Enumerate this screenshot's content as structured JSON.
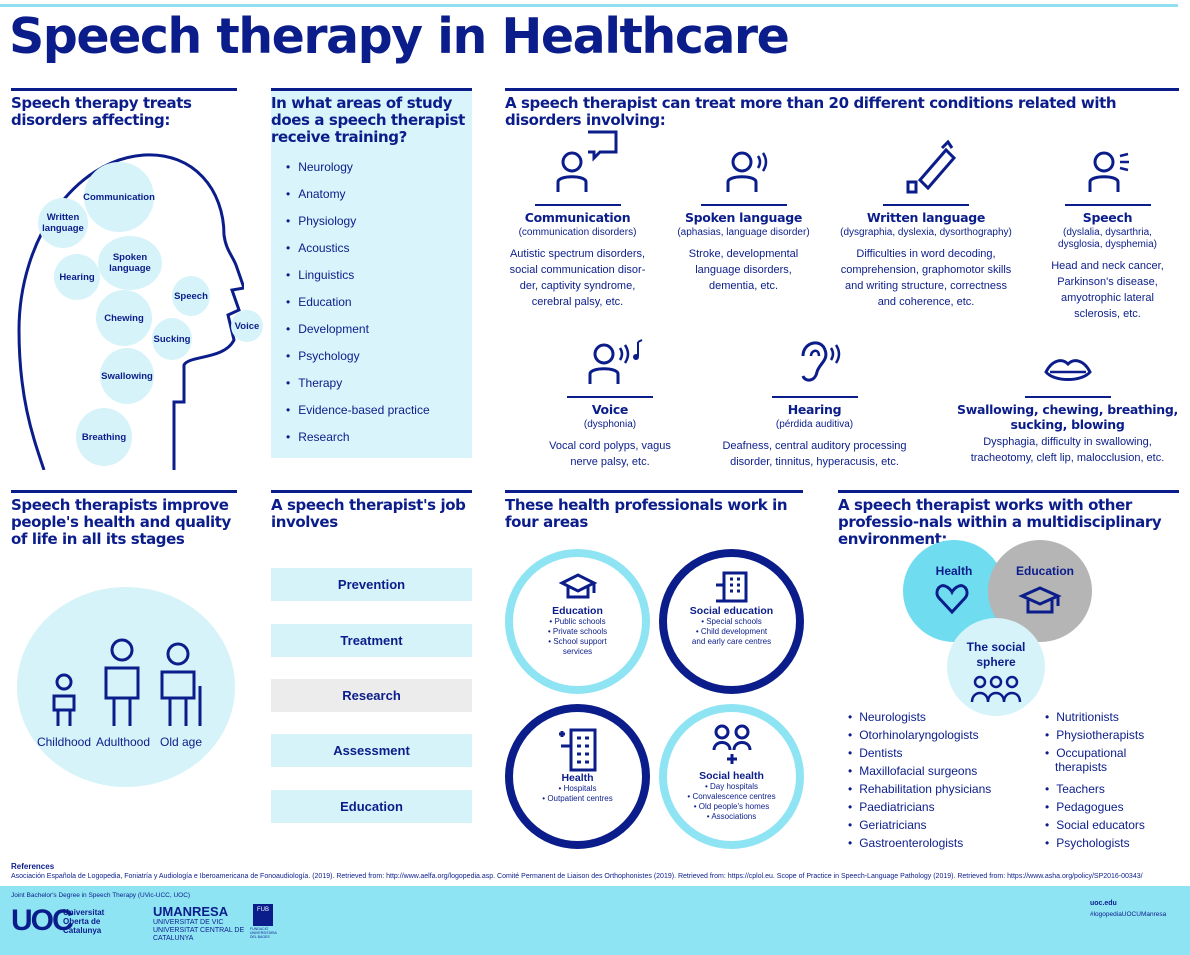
{
  "title": "Speech therapy in Healthcare",
  "treats": {
    "heading": "Speech therapy treats disorders affecting:",
    "bubbles": {
      "communication": "Communication",
      "written": "Written language",
      "spoken": "Spoken language",
      "hearing": "Hearing",
      "speech": "Speech",
      "chewing": "Chewing",
      "sucking": "Sucking",
      "voice": "Voice",
      "swallowing": "Swallowing",
      "breathing": "Breathing"
    }
  },
  "areas": {
    "heading": "In what areas of study does a speech therapist receive training?",
    "items": [
      "Neurology",
      "Anatomy",
      "Physiology",
      "Acoustics",
      "Linguistics",
      "Education",
      "Development",
      "Psychology",
      "Therapy",
      "Evidence-based practice",
      "Research"
    ]
  },
  "conditions": {
    "heading": "A speech therapist can treat more than 20 different conditions related with disorders involving:",
    "items": [
      {
        "title": "Communication",
        "sub": "(communication disorders)",
        "desc": "Autistic spectrum disorders, social communication disor-der, captivity syndrome, cerebral palsy, etc.",
        "icon": "person-speech-bubble-icon"
      },
      {
        "title": "Spoken language",
        "sub": "(aphasias, language disorder)",
        "desc": "Stroke, developmental language disorders, dementia, etc.",
        "icon": "person-sound-icon"
      },
      {
        "title": "Written language",
        "sub": "(dysgraphia, dyslexia, dysorthography)",
        "desc": "Difficulties in word decoding, comprehension, graphomotor skills and writing structure, correctness and coherence, etc.",
        "icon": "pen-writing-icon"
      },
      {
        "title": "Speech",
        "sub": "(dyslalia, dysarthria, dysglosia, dysphemia)",
        "desc": "Head and neck cancer, Parkinson's disease, amyotrophic lateral sclerosis, etc.",
        "icon": "person-speaking-icon"
      },
      {
        "title": "Voice",
        "sub": "(dysphonia)",
        "desc": "Vocal cord polyps, vagus nerve palsy, etc.",
        "icon": "person-music-icon"
      },
      {
        "title": "Hearing",
        "sub": "(pérdida auditiva)",
        "desc": "Deafness, central auditory processing disorder, tinnitus, hyperacusis, etc.",
        "icon": "ear-icon"
      },
      {
        "title": "Swallowing, chewing, breathing, sucking, blowing",
        "sub": "",
        "desc": "Dysphagia, difficulty in swallowing, tracheotomy, cleft lip, malocclusion, etc.",
        "icon": "lips-icon"
      }
    ]
  },
  "stages": {
    "heading": "Speech therapists improve people's health and quality of life in all its stages",
    "labels": [
      "Childhood",
      "Adulthood",
      "Old age"
    ]
  },
  "job": {
    "heading": "A speech therapist's job involves",
    "items": [
      "Prevention",
      "Treatment",
      "Research",
      "Assessment",
      "Education"
    ]
  },
  "work_areas": {
    "heading": "These health professionals work in four areas",
    "items": [
      {
        "title": "Education",
        "list": [
          "Public schools",
          "Private schools",
          "School support services"
        ]
      },
      {
        "title": "Social education",
        "list": [
          "Special schools",
          "Child development and early care centres"
        ]
      },
      {
        "title": "Health",
        "list": [
          "Hospitals",
          "Outpatient centres"
        ]
      },
      {
        "title": "Social health",
        "list": [
          "Day hospitals",
          "Convalescence centres",
          "Old people's homes",
          "Associations"
        ]
      }
    ]
  },
  "multi": {
    "heading": "A speech therapist works with other professio-nals within a multidisciplinary environment:",
    "venn": {
      "health": "Health",
      "education": "Education",
      "social": "The social sphere"
    },
    "col1": [
      "Neurologists",
      "Otorhinolaryngologists",
      "Dentists",
      "Maxillofacial surgeons",
      "Rehabilitation physicians",
      "Paediatricians",
      "Geriatricians",
      "Gastroenterologists"
    ],
    "col2": [
      "Nutritionists",
      "Physiotherapists",
      "Occupational therapists",
      "Teachers",
      "Pedagogues",
      "Social educators",
      "Psychologists"
    ]
  },
  "references": {
    "heading": "References",
    "text": "Asociación Española de Logopedia, Foniatría y Audiología e Iberoamericana de Fonoaudiología. (2019). Retrieved from: http://www.aelfa.org/logopedia.asp. Comité Permanent de Liaison des Orthophonistes (2019). Retrieved from: https://cplol.eu. Scope of Practice in Speech-Language Pathology (2019). Retrieved from: https://www.asha.org/policy/SP2016-00343/"
  },
  "footer": {
    "program": "Joint Bachelor's Degree in Speech Therapy (UVic-UCC, UOC)",
    "uoc_mark": "UOC",
    "uoc_name": "Universitat Oberta de Catalunya",
    "umanresa": "UMANRESA",
    "uvic": "UNIVERSITAT DE VIC UNIVERSITAT CENTRAL DE CATALUNYA",
    "fub": "FUB",
    "fub_sub": "FUNDACIÓ UNIVERSITÀRIA DEL BAGES",
    "url": "uoc.edu",
    "twitter": "#logopediaUOCUManresa"
  },
  "colors": {
    "navy": "#0b1d8a",
    "light": "#d6f3f9",
    "cyan": "#8fe4f4",
    "gray": "#b5b5b5"
  }
}
